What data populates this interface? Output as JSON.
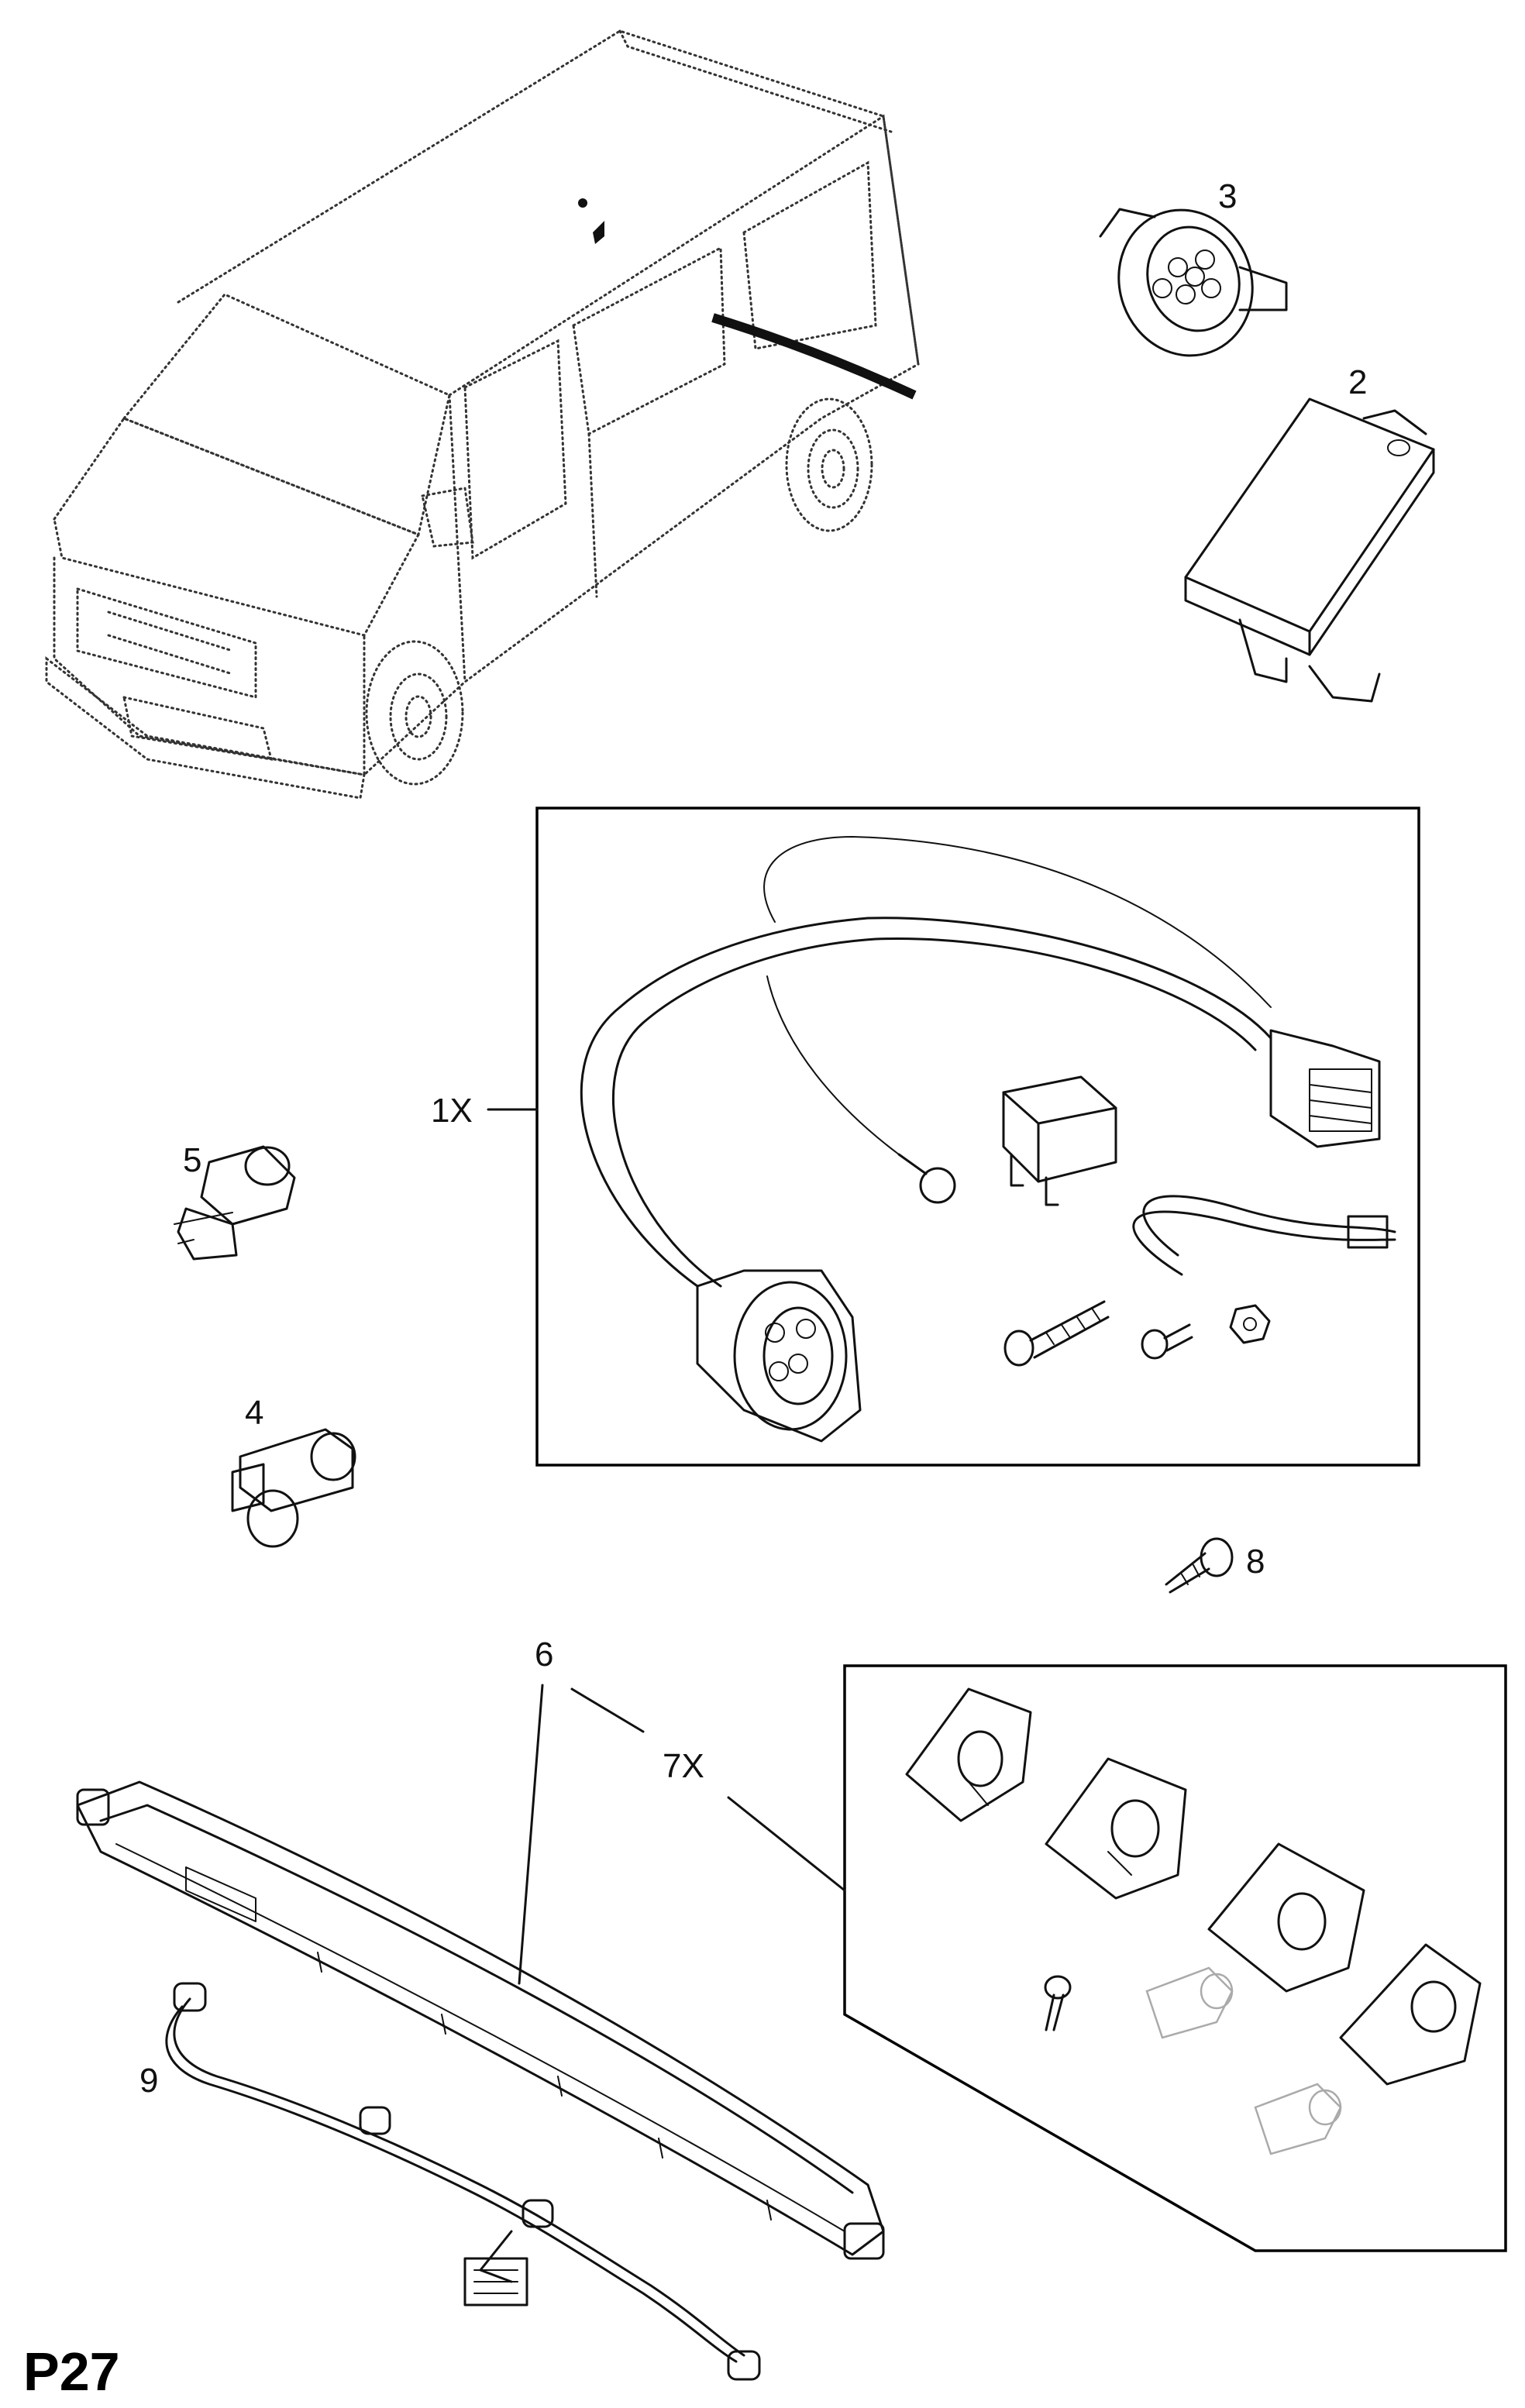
{
  "page": {
    "page_code": "P27"
  },
  "callouts": {
    "c1": "1X",
    "c2": "2",
    "c3": "3",
    "c4": "4",
    "c5": "5",
    "c6": "6",
    "c7": "7X",
    "c8": "8",
    "c9": "9"
  },
  "parts": {
    "van": "van",
    "control_module": "control-module",
    "trailer_socket": "trailer-socket",
    "wiring_kit": "wiring-harness-kit",
    "lamp_holder": "lamp-holder",
    "third_brake_light": "third-brake-light",
    "lamp_holder_kit": "lamp-holder-kit",
    "screw": "screw",
    "wiring_harness": "wiring-harness"
  },
  "colors": {
    "ink": "#111111",
    "paper": "#ffffff"
  }
}
